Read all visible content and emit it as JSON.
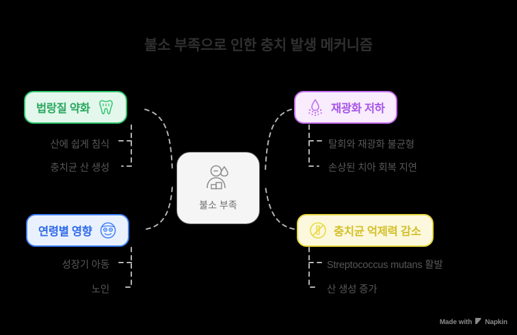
{
  "title": "불소 부족으로 인한 충치 발생 메커니즘",
  "center": {
    "label": "불소 부족",
    "icon": "person-toothache-icon",
    "fill": "#f5f5f5",
    "border": "#5f5f5f",
    "text_color": "#6d6d6d"
  },
  "branches": [
    {
      "id": "enamel",
      "label": "법랑질 약화",
      "icon": "tooth-icon",
      "fill": "#e4f7ec",
      "border": "#2ec46d",
      "text_color": "#2aa85f",
      "items": [
        "산에 쉽게 침식",
        "충치균 산 생성"
      ]
    },
    {
      "id": "remineralization",
      "label": "재광화 저하",
      "icon": "droplet-spray-icon",
      "fill": "#f8ecfd",
      "border": "#c36ff2",
      "text_color": "#a855e8",
      "items": [
        "탈회와 재광화 불균형",
        "손상된 치아 회복 지연"
      ]
    },
    {
      "id": "age",
      "label": "연령별 영향",
      "icon": "face-icon",
      "fill": "#eaf1fe",
      "border": "#3d7df5",
      "text_color": "#2f6ae8",
      "items": [
        "성장기 아동",
        "노인"
      ]
    },
    {
      "id": "bacteria",
      "label": "충치균 억제력 감소",
      "icon": "no-test-tube-icon",
      "fill": "#fcf8dd",
      "border": "#e8d93e",
      "text_color": "#d4c02c",
      "items": [
        "Streptococcus mutans 활발",
        "산 생성 증가"
      ]
    }
  ],
  "connector_color": "#b5b5b5",
  "watermark": {
    "prefix": "Made with",
    "brand": "Napkin",
    "icon": "napkin-logo-icon"
  }
}
